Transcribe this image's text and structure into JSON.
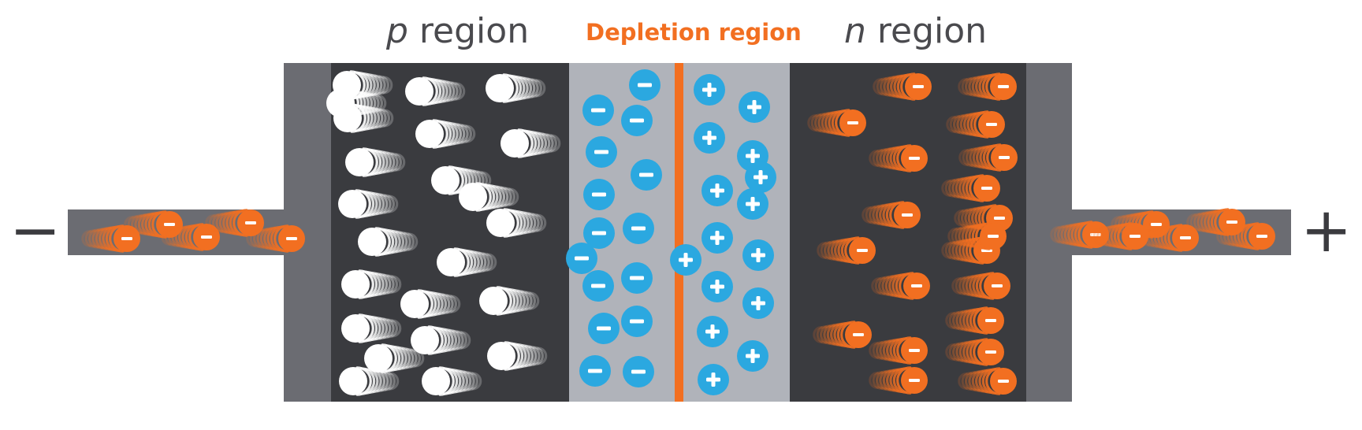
{
  "labels": {
    "p_italic": "p",
    "p_rest": " region",
    "depletion": "Depletion region",
    "n_italic": "n",
    "n_rest": " region",
    "terminal_left": "−",
    "terminal_right": "+"
  },
  "glyphs": {
    "negative": "−",
    "positive": "+"
  },
  "colors": {
    "label_text": "#4a4a4e",
    "depletion_accent": "#f26f21",
    "contact_gray": "#6b6c72",
    "bulk_dark": "#3a3b3f",
    "depletion_fill": "#b0b3ba",
    "electron": "#f26f21",
    "ion": "#2ba8e0",
    "hole": "#ffffff"
  },
  "particle_counts": {
    "holes_p_region": 23,
    "negative_ions_depletion": 15,
    "positive_ions_depletion": 15,
    "electrons_n_region": 20,
    "electrons_left_wire": 5,
    "electrons_right_wire": 6
  }
}
